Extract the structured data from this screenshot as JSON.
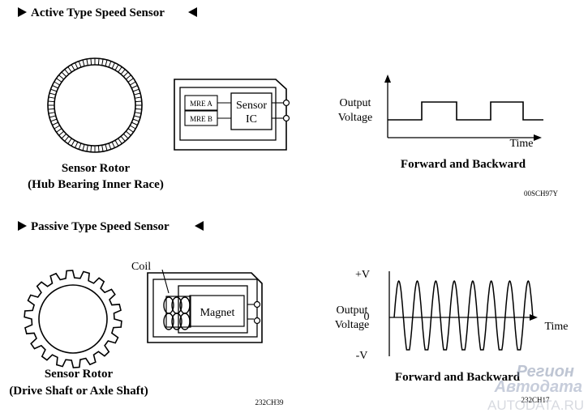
{
  "active": {
    "heading": "Active Type Speed Sensor",
    "rotor_title": "Sensor Rotor",
    "rotor_subtitle": "(Hub Bearing Inner Race)",
    "mre_a": "MRE A",
    "mre_b": "MRE B",
    "sensor_ic_line1": "Sensor",
    "sensor_ic_line2": "IC",
    "graph_ylabel_line1": "Output",
    "graph_ylabel_line2": "Voltage",
    "graph_xlabel": "Time",
    "graph_caption": "Forward and Backward",
    "code": "00SCH97Y"
  },
  "passive": {
    "heading": "Passive Type Speed Sensor",
    "coil_label": "Coil",
    "magnet_label": "Magnet",
    "rotor_title": "Sensor Rotor",
    "rotor_subtitle": "(Drive Shaft or Axle Shaft)",
    "graph_ylabel_line1": "Output",
    "graph_ylabel_line2": "Voltage",
    "graph_plus": "+V",
    "graph_zero": "0",
    "graph_minus": "-V",
    "graph_xlabel": "Time",
    "graph_caption": "Forward and Backward",
    "code_left": "232CH39",
    "code_right": "232CH17"
  },
  "watermark": {
    "logo_line1": "Регион",
    "logo_line2": "Автодата",
    "site": "AUTODATA.RU"
  }
}
